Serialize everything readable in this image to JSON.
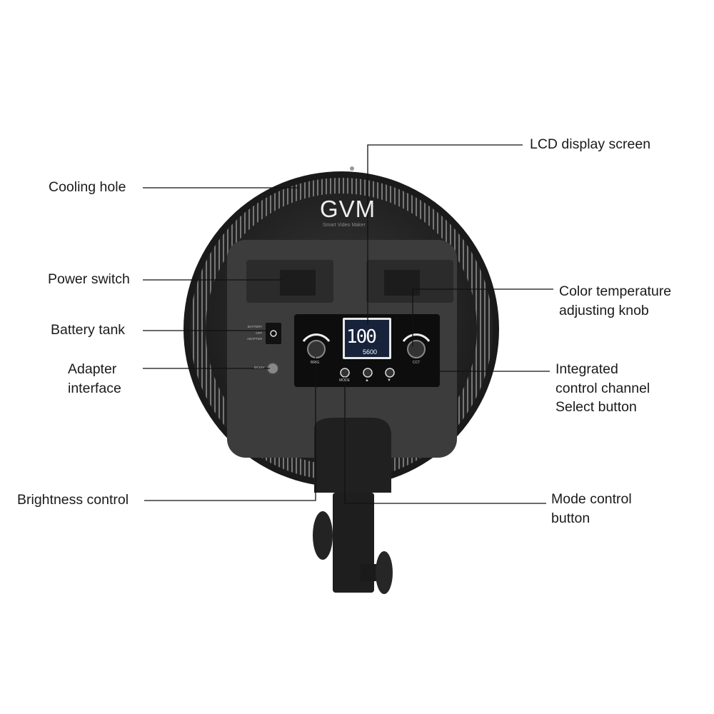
{
  "brand": {
    "logo": "GVM",
    "tagline": "Smart Video Maker"
  },
  "labels": {
    "lcd": "LCD display screen",
    "cooling": "Cooling hole",
    "power": "Power switch",
    "battery": "Battery tank",
    "adapter": [
      "Adapter",
      "interface"
    ],
    "cct_knob": [
      "Color temperature",
      "adjusting knob"
    ],
    "channel": [
      "Integrated",
      "control channel",
      "Select button"
    ],
    "brightness": "Brightness control",
    "mode": [
      "Mode control",
      "button"
    ]
  },
  "panel": {
    "brightness_value": "100",
    "cct_value": "5600",
    "knob_left": "BRIG",
    "knob_right": "CCT",
    "mode_btn": "MODE",
    "up_btn": "▲",
    "down_btn": "▼",
    "switch_labels": [
      "BATTERY",
      "OFF",
      "ADAPTER"
    ],
    "dc_label": "DC12V"
  }
}
